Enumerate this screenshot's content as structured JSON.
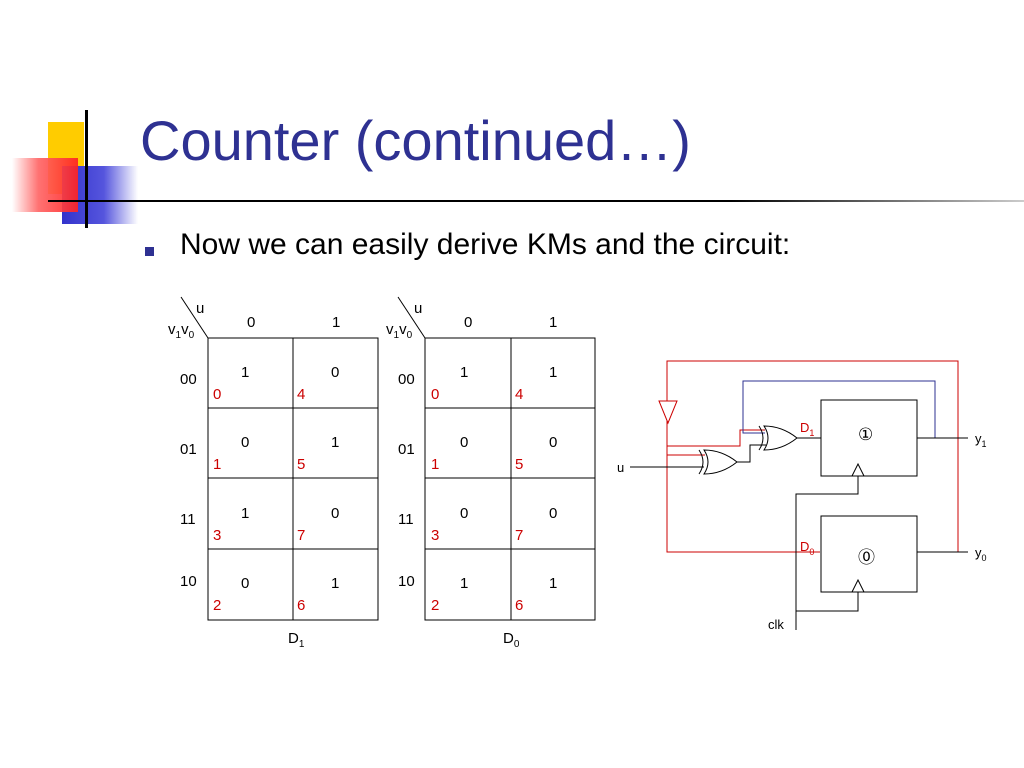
{
  "slide": {
    "title": "Counter (continued…)",
    "bullet": "Now we can easily derive KMs and the circuit:"
  },
  "colors": {
    "title": "#2e3192",
    "cell_index": "#cc0000",
    "feedback_red": "#cc0000",
    "feedback_blue": "#2e3192",
    "deco_yellow": "#ffcc00",
    "deco_blue": "#3333cc",
    "deco_red": "#ff3333"
  },
  "kmaps": [
    {
      "name": "D",
      "sub": "1",
      "var_u": "u",
      "row_var": "v",
      "row_sub1": "1",
      "row_var2": "v",
      "row_sub2": "0",
      "col_headers": [
        "0",
        "1"
      ],
      "row_headers": [
        "00",
        "01",
        "11",
        "10"
      ],
      "cells": [
        [
          "1",
          "0"
        ],
        [
          "0",
          "1"
        ],
        [
          "1",
          "0"
        ],
        [
          "0",
          "1"
        ]
      ],
      "indices": [
        [
          "0",
          "4"
        ],
        [
          "1",
          "5"
        ],
        [
          "3",
          "7"
        ],
        [
          "2",
          "6"
        ]
      ]
    },
    {
      "name": "D",
      "sub": "0",
      "var_u": "u",
      "row_var": "v",
      "row_sub1": "1",
      "row_var2": "v",
      "row_sub2": "0",
      "col_headers": [
        "0",
        "1"
      ],
      "row_headers": [
        "00",
        "01",
        "11",
        "10"
      ],
      "cells": [
        [
          "1",
          "1"
        ],
        [
          "0",
          "0"
        ],
        [
          "0",
          "0"
        ],
        [
          "1",
          "1"
        ]
      ],
      "indices": [
        [
          "0",
          "4"
        ],
        [
          "1",
          "5"
        ],
        [
          "3",
          "7"
        ],
        [
          "2",
          "6"
        ]
      ]
    }
  ],
  "circuit": {
    "input_u": "u",
    "clk": "clk",
    "ff1": {
      "d": "D",
      "d_sub": "1",
      "state": "①",
      "out": "y",
      "out_sub": "1"
    },
    "ff0": {
      "d": "D",
      "d_sub": "0",
      "state": "⓪",
      "out": "y",
      "out_sub": "0"
    }
  }
}
